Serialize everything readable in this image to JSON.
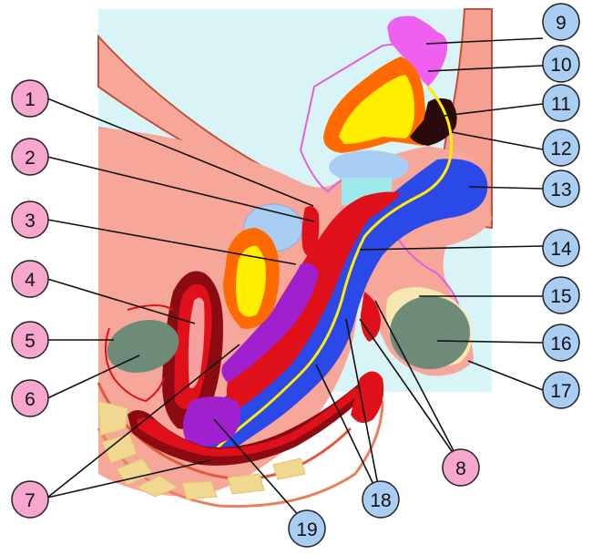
{
  "colors": {
    "pink_marker": "#f7a6d0",
    "blue_marker": "#a9cdf3",
    "background_fluid": "#d9f4f7",
    "tissue": "#f7a79a",
    "muscle_red": "#e0101a",
    "dark_red": "#8c0a12",
    "purple": "#a020d0",
    "blue": "#2b48e8",
    "yellow": "#ffee00",
    "orange": "#ff6a00",
    "magenta": "#f060f0",
    "gray_green": "#6e8a78",
    "cream": "#f6e8b0",
    "bone": "#f0d890"
  },
  "left_labels": [
    {
      "id": "left-1",
      "text": "1",
      "color": "pink"
    },
    {
      "id": "left-2",
      "text": "2",
      "color": "pink"
    },
    {
      "id": "left-3",
      "text": "3",
      "color": "pink"
    },
    {
      "id": "left-4",
      "text": "4",
      "color": "pink"
    },
    {
      "id": "left-5",
      "text": "5",
      "color": "pink"
    },
    {
      "id": "left-6",
      "text": "6",
      "color": "pink"
    },
    {
      "id": "left-7",
      "text": "7",
      "color": "pink"
    }
  ],
  "right_labels": [
    {
      "id": "right-9",
      "text": "9",
      "color": "blue"
    },
    {
      "id": "right-10",
      "text": "10",
      "color": "blue"
    },
    {
      "id": "right-11",
      "text": "11",
      "color": "blue"
    },
    {
      "id": "right-12",
      "text": "12",
      "color": "blue"
    },
    {
      "id": "right-13",
      "text": "13",
      "color": "blue"
    },
    {
      "id": "right-14",
      "text": "14",
      "color": "blue"
    },
    {
      "id": "right-15",
      "text": "15",
      "color": "blue"
    },
    {
      "id": "right-16",
      "text": "16",
      "color": "blue"
    },
    {
      "id": "right-17",
      "text": "17",
      "color": "blue"
    }
  ],
  "bottom_labels": [
    {
      "id": "bottom-8",
      "text": "8",
      "color": "pink"
    },
    {
      "id": "bottom-18",
      "text": "18",
      "color": "blue"
    },
    {
      "id": "bottom-19",
      "text": "19",
      "color": "blue"
    }
  ]
}
